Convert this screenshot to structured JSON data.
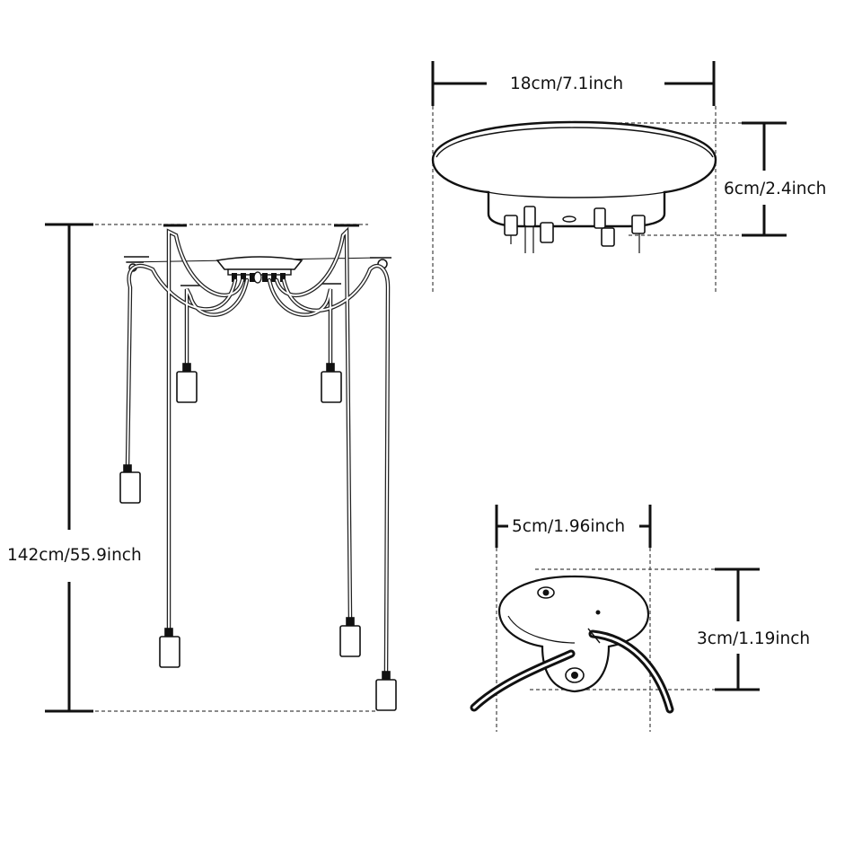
{
  "dimensions": {
    "overall_height": "142cm/55.9inch",
    "canopy_width": "18cm/7.1inch",
    "canopy_height": "6cm/2.4inch",
    "hook_width": "5cm/1.96inch",
    "hook_height": "3cm/1.19inch"
  },
  "colors": {
    "ink": "#111111",
    "background": "#ffffff"
  }
}
